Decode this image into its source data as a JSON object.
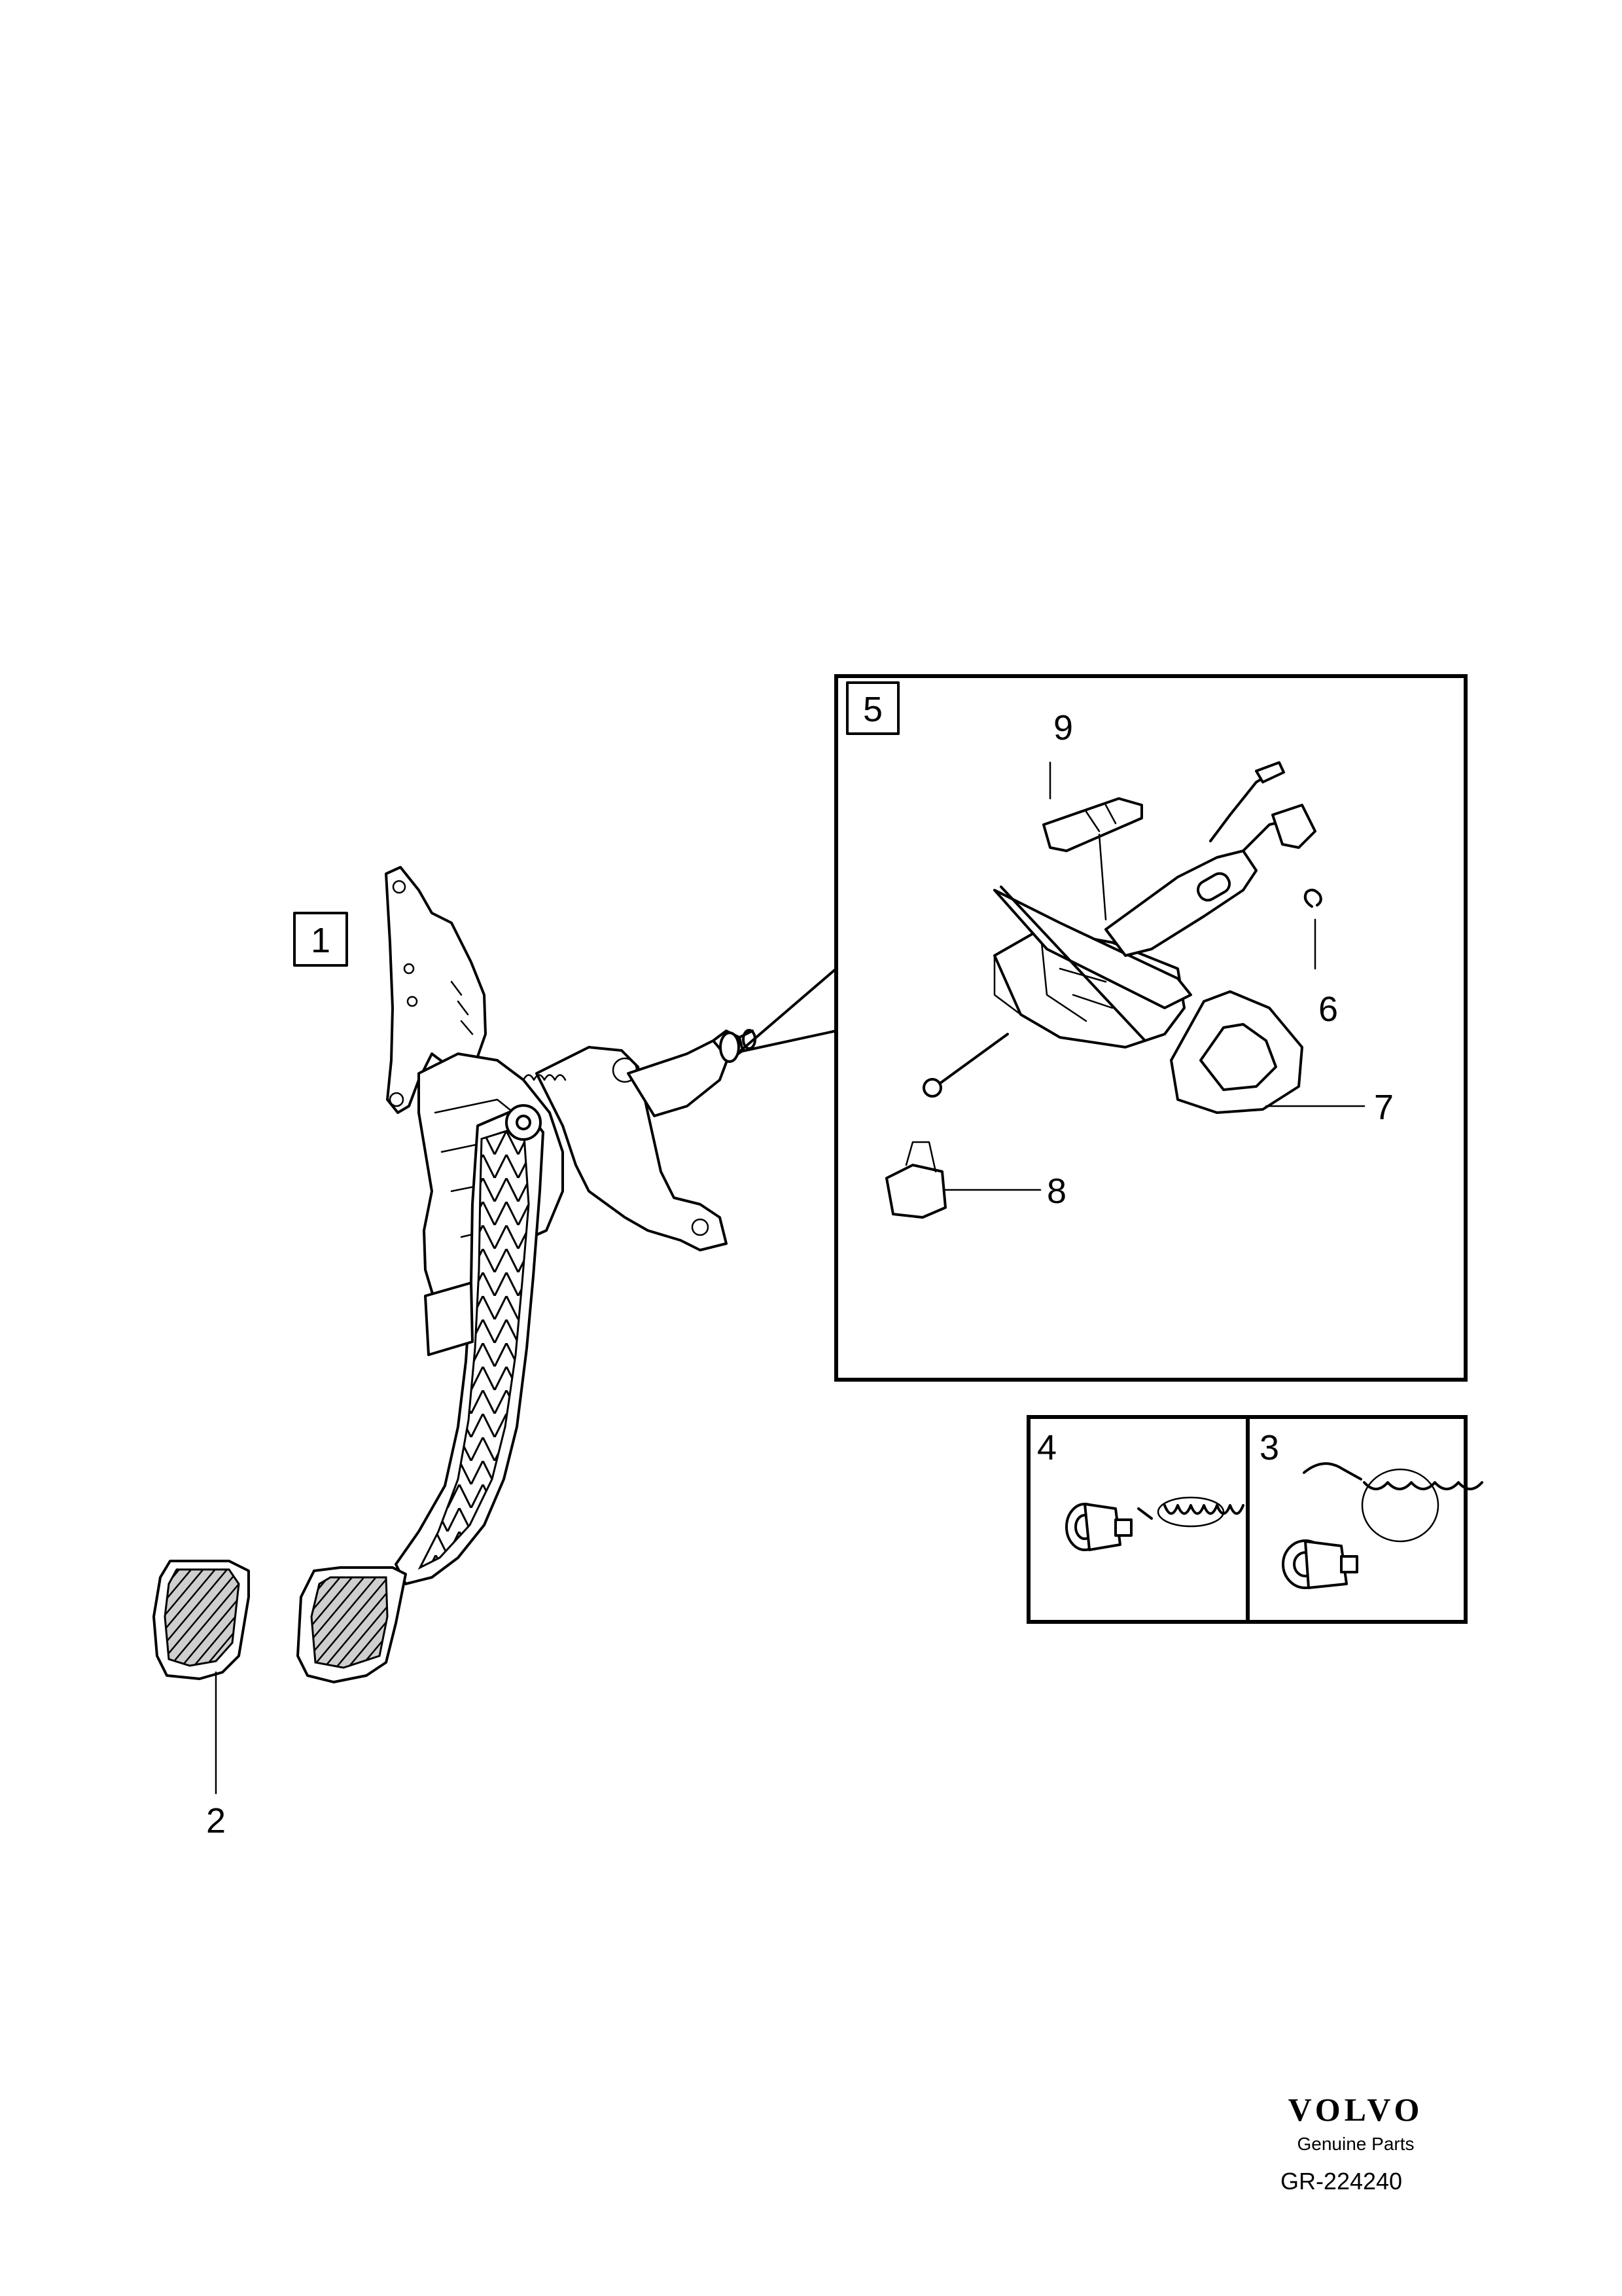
{
  "callouts": {
    "c1": "1",
    "c2": "2",
    "c3": "3",
    "c4": "4",
    "c5": "5",
    "c6": "6",
    "c7": "7",
    "c8": "8",
    "c9": "9"
  },
  "footer": {
    "brand": "VOLVO",
    "tagline": "Genuine Parts",
    "code": "GR-224240"
  }
}
